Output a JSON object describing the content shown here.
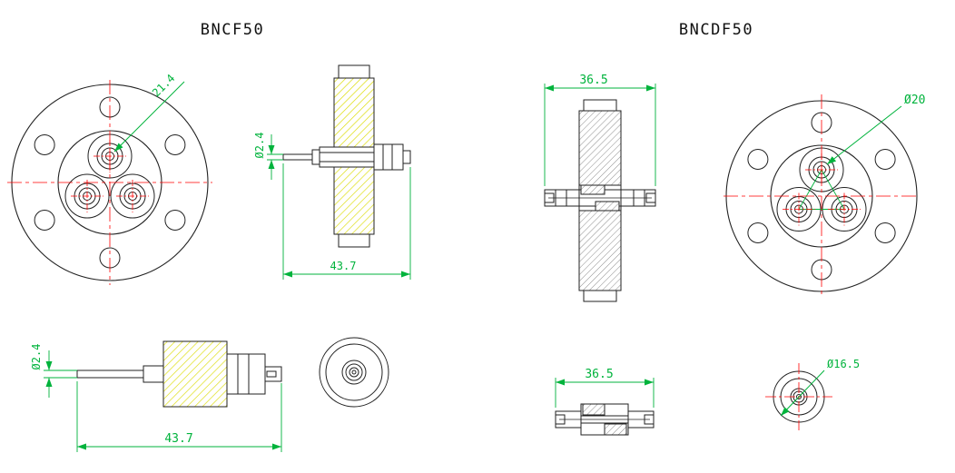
{
  "titles": {
    "bncf50": "BNCF50",
    "bncdf50": "BNCDF50"
  },
  "bncf50": {
    "front_view": {
      "pitch_dim": "21.4"
    },
    "section_view": {
      "pin_dia_dim": "Ø2.4",
      "length_dim": "43.7"
    },
    "side_view": {
      "pin_dia_dim": "Ø2.4",
      "length_dim": "43.7"
    }
  },
  "bncdf50": {
    "section_view": {
      "width_dim": "36.5"
    },
    "front_view": {
      "connector_dia_dim": "Ø20"
    },
    "side_view": {
      "width_dim": "36.5"
    },
    "end_view": {
      "body_dia_dim": "Ø16.5"
    }
  },
  "colors": {
    "outline": "#222222",
    "centerline_red": "#ff0000",
    "dimension_green": "#00b33c",
    "hatch_yellow": "#dcdc00",
    "hatch_gray": "#808080",
    "background": "#ffffff"
  }
}
